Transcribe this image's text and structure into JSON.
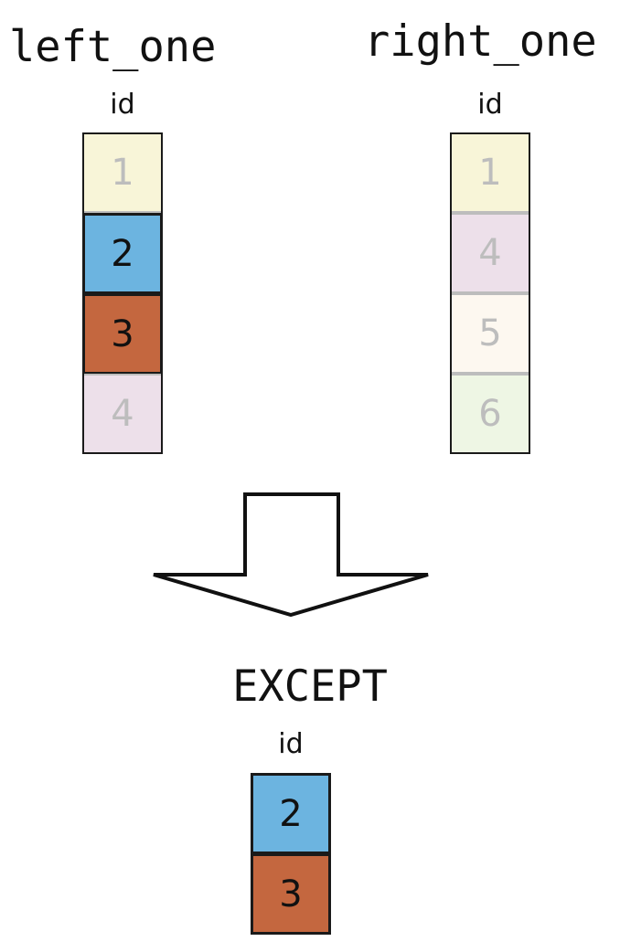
{
  "left_table": {
    "title": "left_one",
    "column": "id",
    "rows": [
      {
        "value": "1",
        "color": "#f8f5d8",
        "highlight": false
      },
      {
        "value": "2",
        "color": "#6cb4e0",
        "highlight": true
      },
      {
        "value": "3",
        "color": "#c4673f",
        "highlight": true
      },
      {
        "value": "4",
        "color": "#ede0ea",
        "highlight": false
      }
    ]
  },
  "right_table": {
    "title": "right_one",
    "column": "id",
    "rows": [
      {
        "value": "1",
        "color": "#f8f5d8",
        "highlight": false
      },
      {
        "value": "4",
        "color": "#ede0ea",
        "highlight": false
      },
      {
        "value": "5",
        "color": "#fdf8f0",
        "highlight": false
      },
      {
        "value": "6",
        "color": "#eef6e4",
        "highlight": false
      }
    ]
  },
  "operation": {
    "label": "EXCEPT",
    "arrow_icon": "down-arrow-icon"
  },
  "result_table": {
    "column": "id",
    "rows": [
      {
        "value": "2",
        "color": "#6cb4e0",
        "highlight": true
      },
      {
        "value": "3",
        "color": "#c4673f",
        "highlight": true
      }
    ]
  }
}
